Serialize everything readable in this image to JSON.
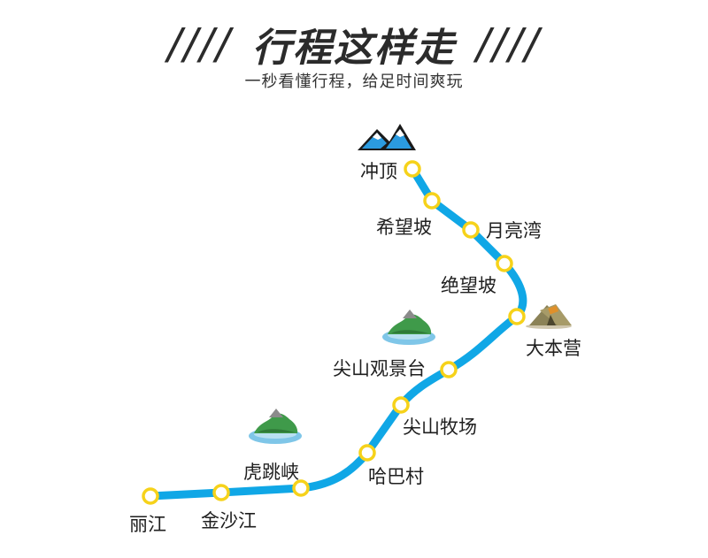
{
  "header": {
    "slashes_left": "////",
    "slashes_right": "////",
    "title": "行程这样走",
    "subtitle": "一秒看懂行程，给足时间爽玩"
  },
  "route": {
    "line_color": "#10a7e6",
    "stop_color": "#f6d21a",
    "stops": [
      {
        "name": "冲顶"
      },
      {
        "name": "希望坡"
      },
      {
        "name": "月亮湾"
      },
      {
        "name": "绝望坡"
      },
      {
        "name": "大本营"
      },
      {
        "name": "尖山观景台"
      },
      {
        "name": "尖山牧场"
      },
      {
        "name": "哈巴村"
      },
      {
        "name": "虎跳峡"
      },
      {
        "name": "金沙江"
      },
      {
        "name": "丽江"
      }
    ]
  },
  "icons": [
    "snow-mountain-icon",
    "tent-icon",
    "lake-island-icon",
    "lake-island-icon"
  ]
}
